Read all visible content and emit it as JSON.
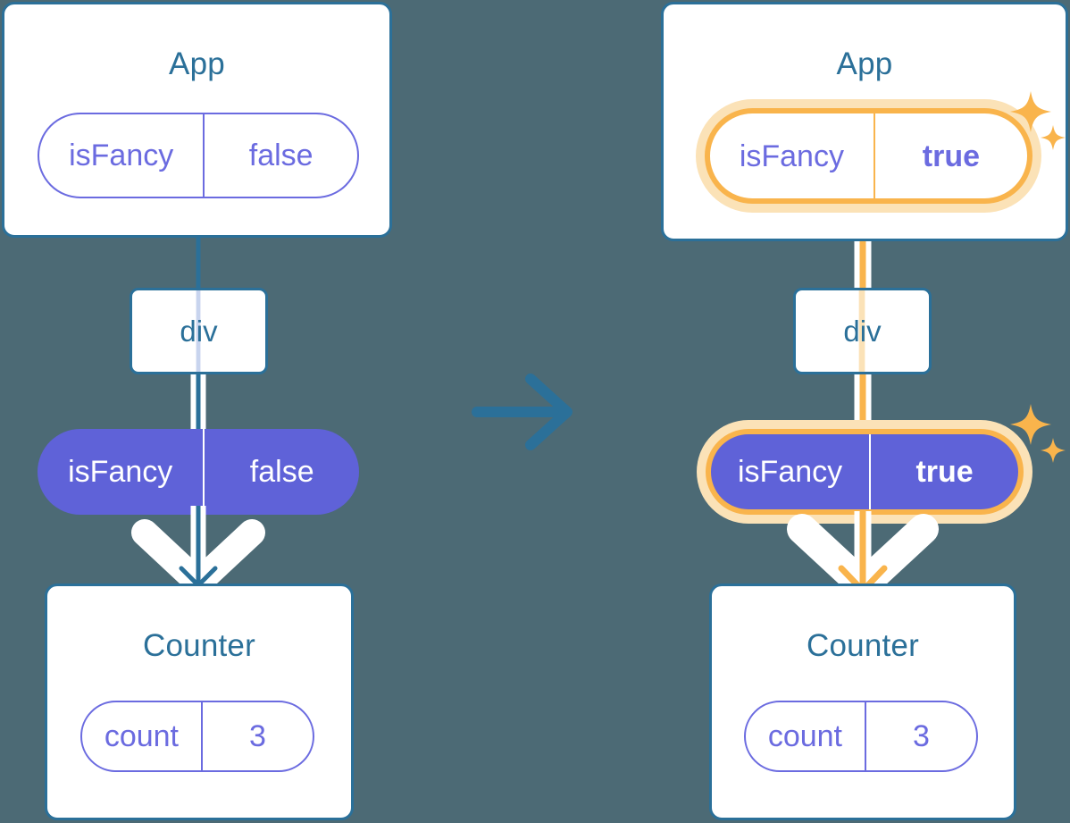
{
  "meta": {
    "background_color": "#4c6a75",
    "blue": "#2b7099",
    "purple": "#6b6be0",
    "purple_fill": "#5f62d8",
    "orange": "#f9b44c",
    "orange_glow": "#fbe2b7",
    "white": "#ffffff"
  },
  "transition_arrow": {
    "icon": "arrow-right-icon",
    "color": "#2b7099"
  },
  "diagrams": [
    {
      "id": "before",
      "label": "before",
      "app": {
        "title": "App",
        "state_pill": {
          "key": "isFancy",
          "value": "false",
          "style": "ghost",
          "highlighted": false,
          "bold_value": false
        }
      },
      "div": {
        "label": "div"
      },
      "prop_pill": {
        "key": "isFancy",
        "value": "false",
        "style": "filled",
        "highlighted": false,
        "bold_value": false
      },
      "counter": {
        "title": "Counter",
        "state_pill": {
          "key": "count",
          "value": "3",
          "style": "ghost",
          "highlighted": false,
          "bold_value": false
        }
      },
      "connector_color": "#2b7099",
      "arrow_color": "#2b7099",
      "sparkles": false
    },
    {
      "id": "after",
      "label": "after",
      "app": {
        "title": "App",
        "state_pill": {
          "key": "isFancy",
          "value": "true",
          "style": "ghost",
          "highlighted": true,
          "bold_value": true
        }
      },
      "div": {
        "label": "div"
      },
      "prop_pill": {
        "key": "isFancy",
        "value": "true",
        "style": "filled",
        "highlighted": true,
        "bold_value": true
      },
      "counter": {
        "title": "Counter",
        "state_pill": {
          "key": "count",
          "value": "3",
          "style": "ghost",
          "highlighted": false,
          "bold_value": false
        }
      },
      "connector_color": "#f9b44c",
      "arrow_color": "#f9b44c",
      "sparkles": true,
      "sparkle_groups": [
        {
          "name": "sparkle-group-app",
          "big": "4-point-star-icon",
          "small": "4-point-star-small-icon"
        },
        {
          "name": "sparkle-group-prop",
          "big": "4-point-star-icon",
          "small": "4-point-star-small-icon"
        }
      ]
    }
  ]
}
